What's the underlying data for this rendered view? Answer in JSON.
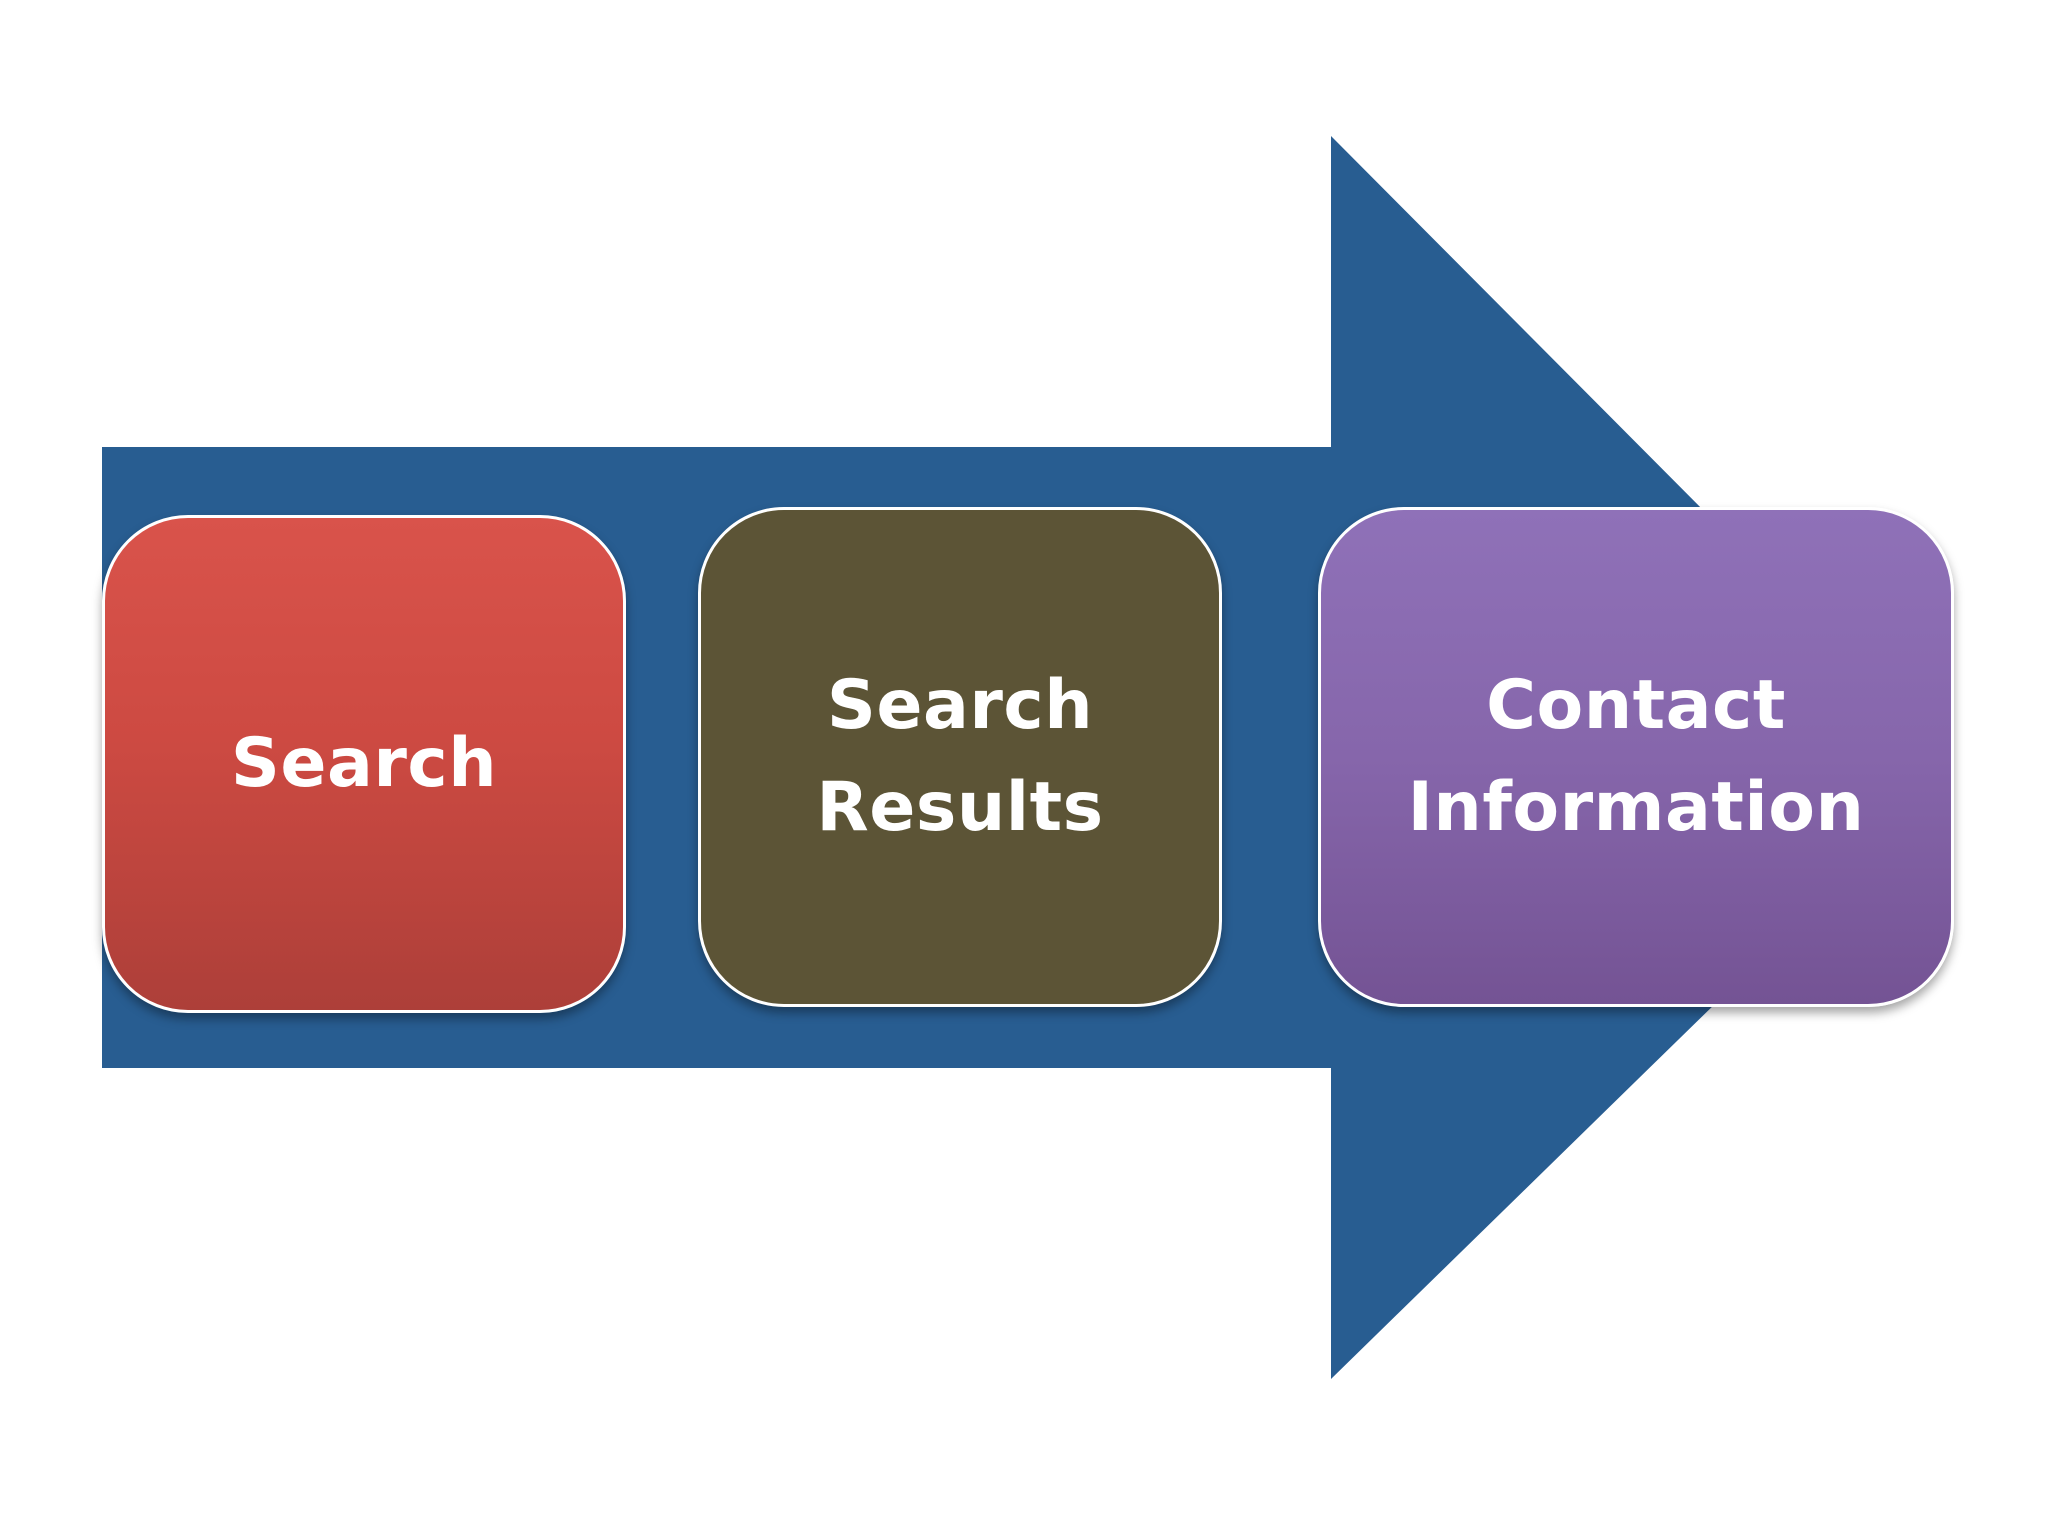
{
  "diagram": {
    "arrow_color": "#285d91",
    "steps": [
      {
        "label": "Search",
        "color": "#d4504a"
      },
      {
        "label": "Search\nResults",
        "color": "#5c5436"
      },
      {
        "label": "Contact\nInformation",
        "color": "#8769ad"
      }
    ]
  }
}
